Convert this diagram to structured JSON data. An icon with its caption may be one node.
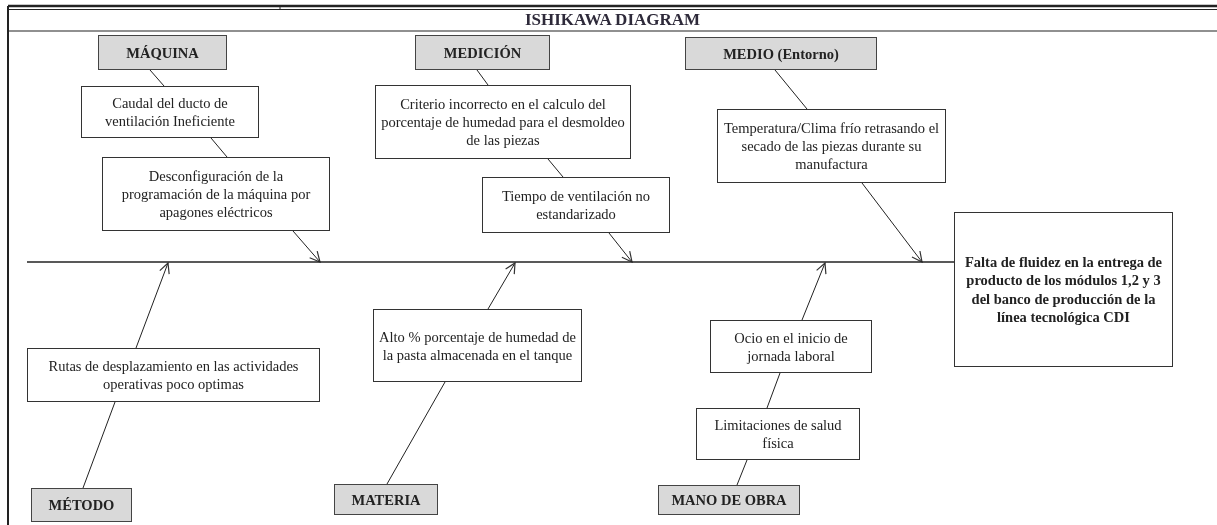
{
  "diagram": {
    "title": "ISHIKAWA DIAGRAM",
    "nodes": [
      {
        "text": [
          "MÁQUINA"
        ]
      },
      {
        "text": [
          "Caudal del ducto de ventilación Ineficiente"
        ]
      },
      {
        "text": [
          "Desconfiguración de la programación de la máquina por apagones eléctricos"
        ]
      },
      {
        "text": [
          "MEDICIÓN"
        ]
      },
      {
        "text": [
          "Criterio incorrecto en el calculo del porcentaje de humedad para el desmoldeo de las piezas"
        ]
      },
      {
        "text": [
          "Tiempo de ventilación no estandarizado"
        ]
      },
      {
        "text": [
          "MEDIO (Entorno)"
        ]
      },
      {
        "text": [
          "Temperatura/Clima frío retrasando el secado de las piezas durante su manufactura"
        ]
      },
      {
        "text": [
          "Falta de fluidez en la entrega de producto de los módulos 1,2 y 3 del banco de producción de la línea tecnológica CDI"
        ]
      },
      {
        "text": [
          "Rutas de desplazamiento en las actividades operativas poco optimas"
        ]
      },
      {
        "text": [
          "Alto % porcentaje de humedad de la pasta almacenada en el tanque"
        ]
      },
      {
        "text": [
          "Ocio en el inicio de jornada laboral"
        ]
      },
      {
        "text": [
          "Limitaciones de salud física"
        ]
      },
      {
        "text": [
          "MÉTODO"
        ]
      },
      {
        "text": [
          "MATERIA"
        ]
      },
      {
        "text": [
          "MANO DE OBRA"
        ]
      }
    ],
    "edges": [
      {
        "from": 0,
        "to": 1,
        "arrow": "none"
      },
      {
        "from": 1,
        "to": 2,
        "arrow": "none"
      },
      {
        "from": 2,
        "to": null,
        "arrow": "to"
      },
      {
        "from": 3,
        "to": 4,
        "arrow": "none"
      },
      {
        "from": 4,
        "to": 5,
        "arrow": "none"
      },
      {
        "from": 5,
        "to": null,
        "arrow": "to"
      },
      {
        "from": 6,
        "to": 7,
        "arrow": "none"
      },
      {
        "from": 7,
        "to": null,
        "arrow": "to"
      },
      {
        "from": 13,
        "to": 9,
        "arrow": "none"
      },
      {
        "from": 9,
        "to": null,
        "arrow": "to"
      },
      {
        "from": 14,
        "to": 10,
        "arrow": "none"
      },
      {
        "from": 10,
        "to": null,
        "arrow": "to"
      },
      {
        "from": 15,
        "to": 12,
        "arrow": "none"
      },
      {
        "from": 12,
        "to": 11,
        "arrow": "none"
      },
      {
        "from": 11,
        "to": null,
        "arrow": "to"
      },
      {
        "from": null,
        "to": 8,
        "arrow": "none"
      }
    ]
  }
}
